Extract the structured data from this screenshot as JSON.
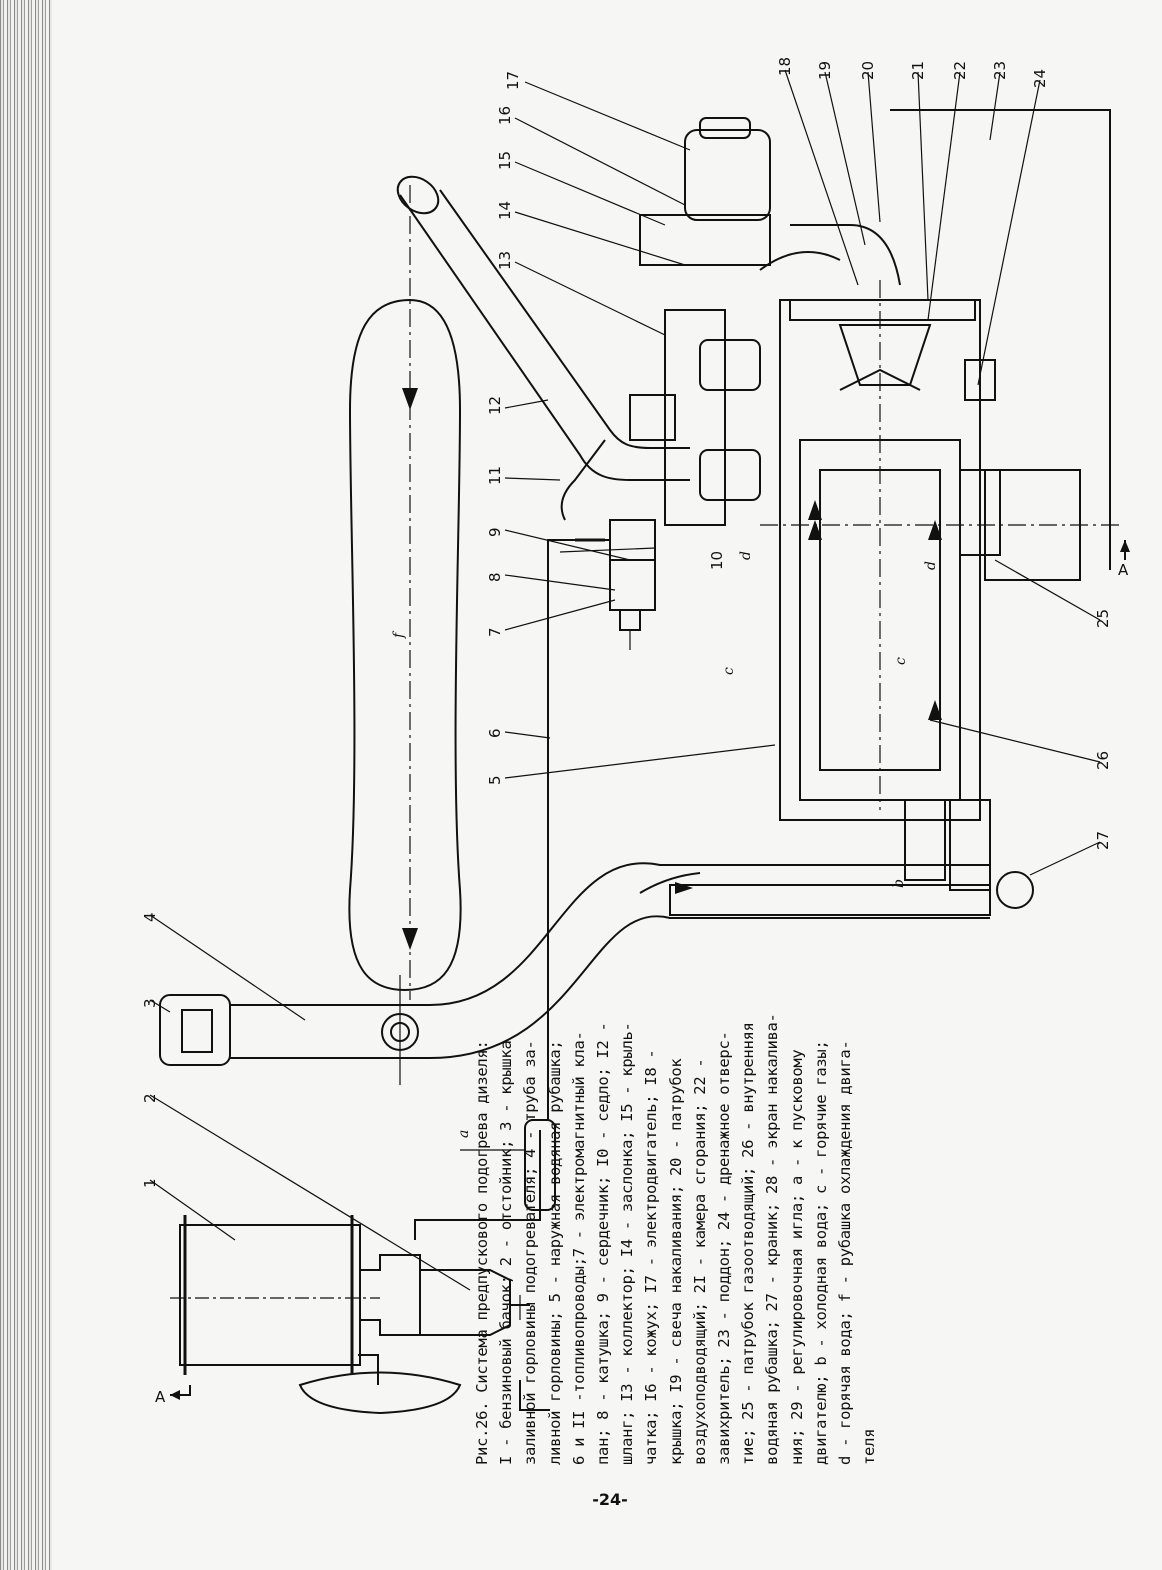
{
  "page_number": "-24-",
  "section_marks": {
    "left": "A",
    "right": "A"
  },
  "part_numbers": [
    "1",
    "2",
    "3",
    "4",
    "5",
    "6",
    "7",
    "8",
    "9",
    "10",
    "11",
    "12",
    "13",
    "14",
    "15",
    "16",
    "17",
    "18",
    "19",
    "20",
    "21",
    "22",
    "23",
    "24",
    "25",
    "26",
    "27"
  ],
  "flow_letters": {
    "a": "a",
    "b": "b",
    "c1": "c",
    "c2": "c",
    "d1": "d",
    "d2": "d",
    "f": "f"
  },
  "caption": {
    "lines": [
      "Рис.26. Система предпускового подогрева дизеля:",
      "I - бензиновый бачок; 2 - отстойник; 3 - крышка",
      "заливной горловины подогревателя; 4 - труба за-",
      "ливной горловины; 5 - наружная   водяная рубашка;",
      "6 и II -топливопроводы;7 - электромагнитный кла-",
      "пан; 8 - катушка; 9 - сердечник; I0 - седло; I2 -",
      "шланг; I3 - коллектор; I4 - заслонка; I5 - крыль-",
      "чатка; I6 - кожух; I7 - электродвигатель; I8 -",
      "крышка; I9 - свеча накаливания; 20 - патрубок",
      "воздухоподводящий; 2I - камера сгорания; 22 -",
      "завихритель; 23 - поддон; 24 - дренажное отверс-",
      "тие; 25 - патрубок газоотводящий; 26 - внутренняя",
      "водяная рубашка; 27 - краник; 28 - экран накалива-",
      "ния; 29 - регулировочная игла; а - к пусковому",
      "двигателю; b - холодная вода; с - горячие газы;",
      "d - горячая вода; f - рубашка охлаждения двига-",
      "теля"
    ]
  }
}
